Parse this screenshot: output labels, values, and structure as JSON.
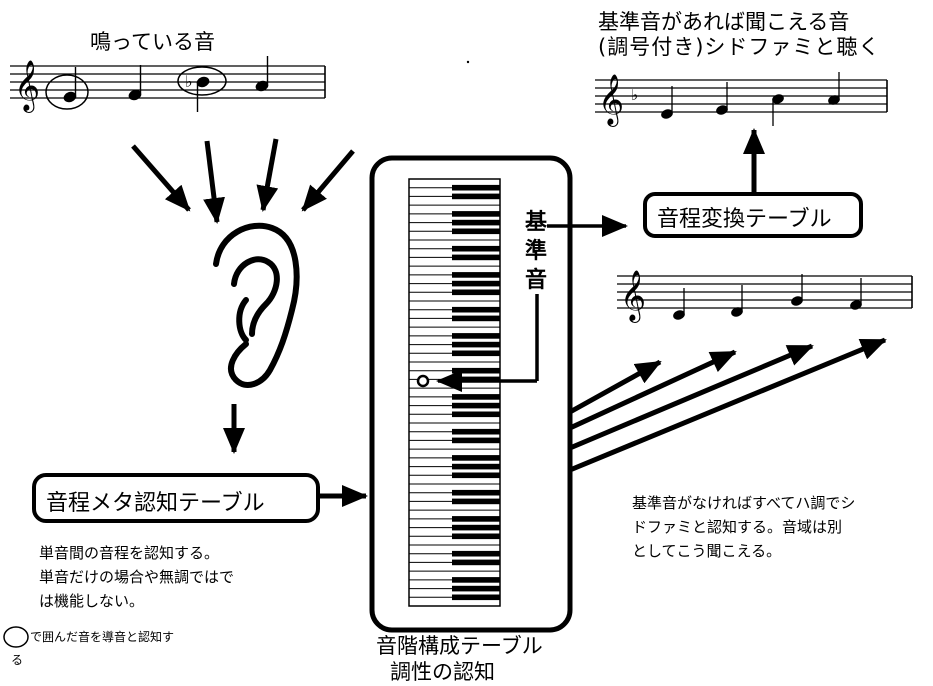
{
  "heard_title": "鳴っている音",
  "ref_title_line1": "基準音があれば聞こえる音",
  "ref_title_line2": "(調号付き)シドファミと聴く",
  "ref_note_label": [
    "基",
    "準",
    "音"
  ],
  "interval_table_label": "音程変換テーブル",
  "meta_table_label": "音程メタ認知テーブル",
  "meta_desc": [
    "単音間の音程を認知する。",
    "単音だけの場合や無調ではで",
    "は機能しない。"
  ],
  "circle_note": [
    "で囲んだ音を導音と認知す",
    "る"
  ],
  "no_ref_desc": [
    "基準音がなければすべてハ調でシ",
    "ドファミと認知する。音域は別",
    "としてこう聞こえる。"
  ],
  "scale_table_label": "音階構成テーブル",
  "tonality_label": "調性の認知",
  "colors": {
    "ink": "#000000",
    "paper": "#ffffff"
  }
}
